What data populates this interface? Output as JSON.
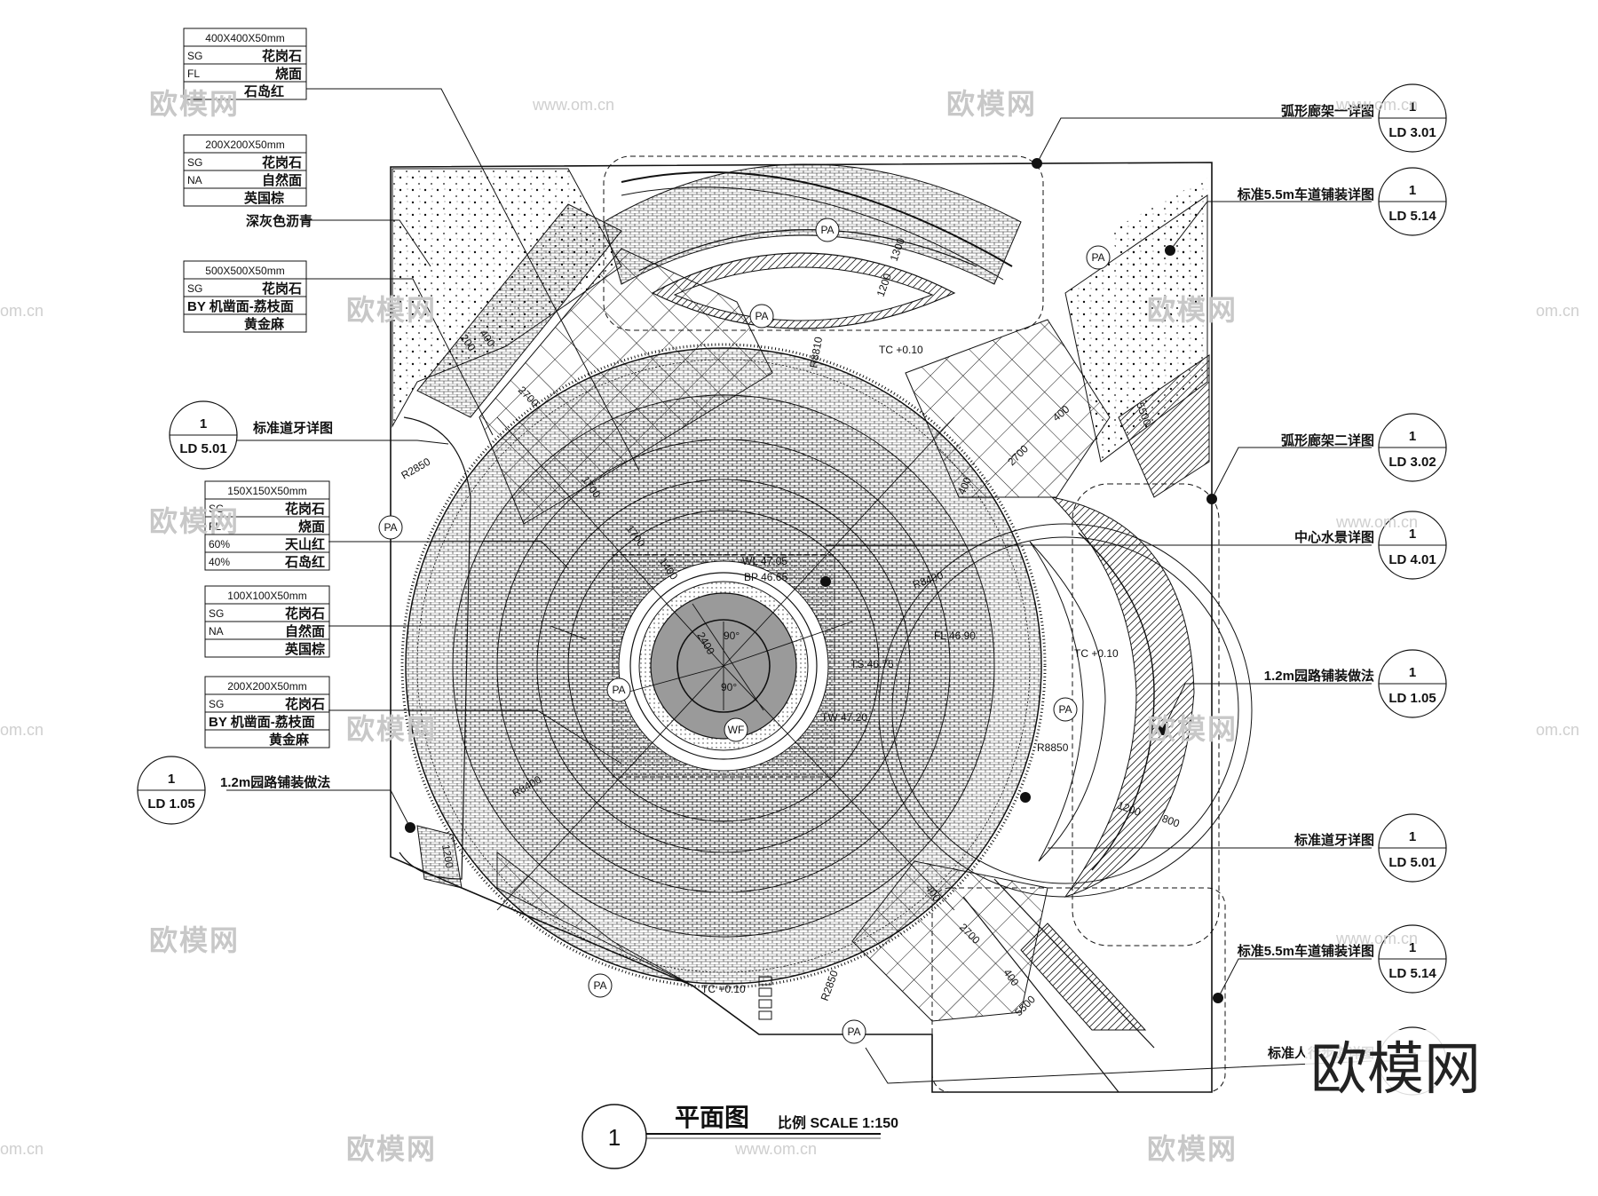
{
  "material_legends": [
    {
      "size": "400X400X50mm",
      "rows": [
        [
          "SG",
          "花岗石"
        ],
        [
          "FL",
          "烧面"
        ],
        [
          "",
          "石岛红"
        ]
      ]
    },
    {
      "size": "200X200X50mm",
      "rows": [
        [
          "SG",
          "花岗石"
        ],
        [
          "NA",
          "自然面"
        ],
        [
          "",
          "英国棕"
        ]
      ],
      "extra": "深灰色沥青"
    },
    {
      "size": "500X500X50mm",
      "rows": [
        [
          "SG",
          "花岗石"
        ],
        [
          "BY 机凿面-荔枝面",
          ""
        ],
        [
          "",
          "黄金麻"
        ]
      ]
    },
    {
      "size": "150X150X50mm",
      "rows": [
        [
          "SG",
          "花岗石"
        ],
        [
          "FL",
          "烧面"
        ],
        [
          "60%",
          "天山红"
        ],
        [
          "40%",
          "石岛红"
        ]
      ]
    },
    {
      "size": "100X100X50mm",
      "rows": [
        [
          "SG",
          "花岗石"
        ],
        [
          "NA",
          "自然面"
        ],
        [
          "",
          "英国棕"
        ]
      ]
    },
    {
      "size": "200X200X50mm",
      "rows": [
        [
          "SG",
          "花岗石"
        ],
        [
          "BY 机凿面-荔枝面",
          ""
        ],
        [
          "",
          "黄金麻"
        ]
      ]
    }
  ],
  "left_callouts": [
    {
      "label": "标准道牙详图",
      "num": "1",
      "sheet": "LD 5.01"
    },
    {
      "label": "1.2m园路铺装做法",
      "num": "1",
      "sheet": "LD 1.05"
    }
  ],
  "right_callouts": [
    {
      "label": "弧形廊架一详图",
      "num": "1",
      "sheet": "LD 3.01"
    },
    {
      "label": "标准5.5m车道铺装详图",
      "num": "1",
      "sheet": "LD 5.14"
    },
    {
      "label": "弧形廊架二详图",
      "num": "1",
      "sheet": "LD 3.02"
    },
    {
      "label": "中心水景详图",
      "num": "1",
      "sheet": "LD 4.01"
    },
    {
      "label": "1.2m园路铺装做法",
      "num": "1",
      "sheet": "LD 1.05"
    },
    {
      "label": "标准道牙详图",
      "num": "1",
      "sheet": "LD 5.01"
    },
    {
      "label": "标准5.5m车道铺装详图",
      "num": "1",
      "sheet": "LD 5.14"
    },
    {
      "label": "标准人行步道详图",
      "num": "1",
      "sheet": ""
    }
  ],
  "plan_labels": {
    "pa": "PA",
    "wf": "WF",
    "wl": "WL 47.05",
    "bp": "BP 46.65",
    "ts": "TS 46.75",
    "tw": "TW 47.20",
    "fl": "FL 46.90",
    "tc": "TC +0.10",
    "r8810": "R8810",
    "r8400": "R8400",
    "r8850": "R8850",
    "r2850": "R2850",
    "d1300": "1300",
    "d1200": "1200",
    "d400": "400",
    "d200": "200",
    "d2700": "2700",
    "d5500": "5500",
    "d1700": "1700",
    "d1400": "1400",
    "d800": "800",
    "d2400": "2400",
    "a90": "90°"
  },
  "title": {
    "num": "1",
    "name": "平面图",
    "scale": "比例 SCALE 1:150"
  },
  "watermark": {
    "main": "欧模网",
    "site": "www.om.cn",
    "frag": "om.cn"
  }
}
